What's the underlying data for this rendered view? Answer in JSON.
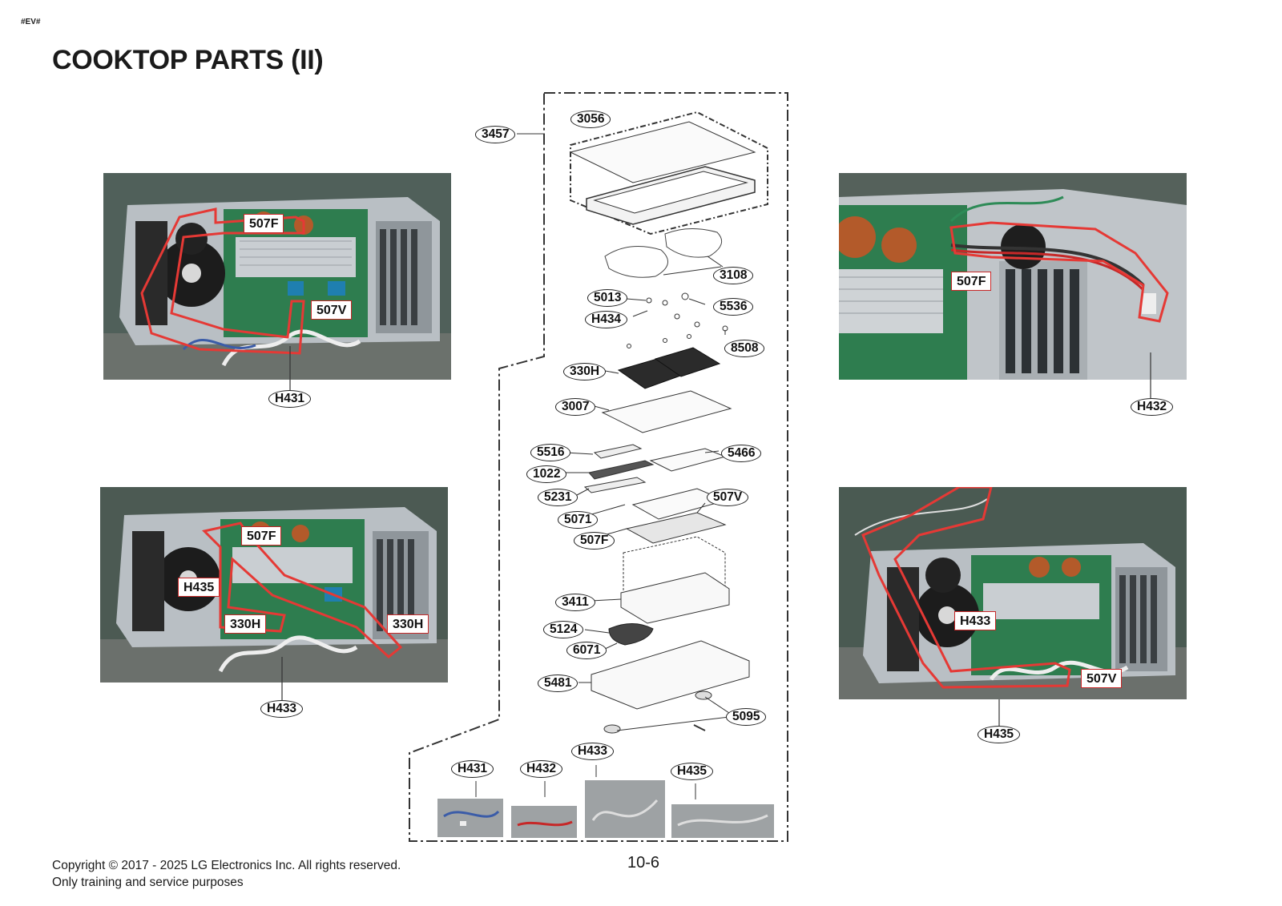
{
  "header": {
    "tag": "#EV#",
    "title": "COOKTOP PARTS (II)"
  },
  "footer": {
    "copyright": "Copyright © 2017 - 2025 LG Electronics Inc. All rights reserved.",
    "purpose": "Only training and service purposes",
    "page_number": "10-6"
  },
  "photo_callouts": {
    "top_left": {
      "a": "507F",
      "b": "507V",
      "leader": "H431"
    },
    "top_right": {
      "a": "507F",
      "leader": "H432"
    },
    "bottom_left": {
      "a": "507F",
      "b": "H435",
      "c": "330H",
      "d": "330H",
      "leader": "H433"
    },
    "bottom_right": {
      "a": "H433",
      "b": "507V",
      "leader": "H435"
    }
  },
  "exploded_view": {
    "labels": {
      "p3457": "3457",
      "p3056": "3056",
      "p3108": "3108",
      "p5013": "5013",
      "p5536": "5536",
      "pH434": "H434",
      "p8508": "8508",
      "p330H": "330H",
      "p3007": "3007",
      "p5516": "5516",
      "p5466": "5466",
      "p1022": "1022",
      "p5231": "5231",
      "p507V": "507V",
      "p5071": "5071",
      "p507F": "507F",
      "p3411": "3411",
      "p5124": "5124",
      "p6071": "6071",
      "p5481": "5481",
      "p5095": "5095"
    },
    "harnesses": {
      "h1": "H431",
      "h2": "H432",
      "h3": "H433",
      "h4": "H435"
    }
  },
  "colors": {
    "highlight": "#d32f2f",
    "pcb": "#2e7d4f",
    "metal": "#aab0b6",
    "background_photo": "#4a5a52"
  }
}
